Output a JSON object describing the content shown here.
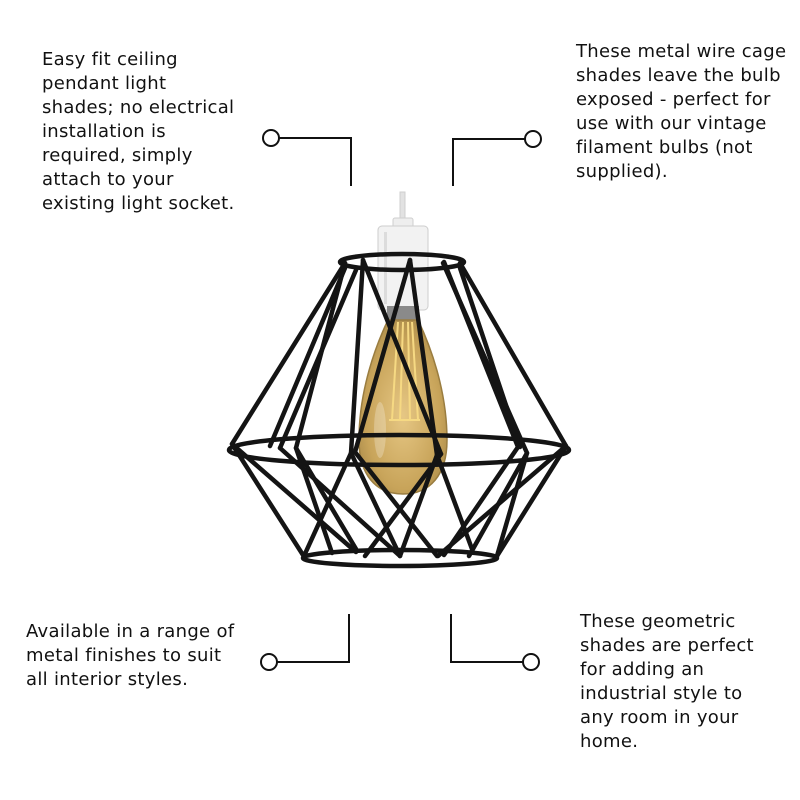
{
  "callouts": {
    "top_left": "Easy fit ceiling pendant light shades; no electrical installation is required, simply attach to your existing light socket.",
    "top_right": "These metal wire cage shades leave the bulb exposed - perfect for use with our vintage filament bulbs (not supplied).",
    "bottom_left": "Available in a range of metal finishes to suit all interior styles.",
    "bottom_right": "These geometric shades are perfect for adding an industrial style to any room in your home."
  },
  "colors": {
    "frame": "#141414",
    "bulb_glass": "#c8a45a",
    "filament": "#f4d27a",
    "holder": "#f1f1f1"
  },
  "icons": {
    "pendant": "geometric-wire-cage-pendant-icon"
  }
}
